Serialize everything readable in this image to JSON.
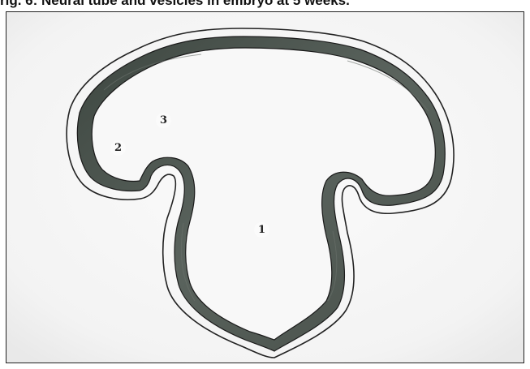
{
  "caption": "rig. 6: Neural tube and vesicles in embryo at 5 weeks.",
  "labels": {
    "one": "1",
    "two": "2",
    "three": "3"
  }
}
